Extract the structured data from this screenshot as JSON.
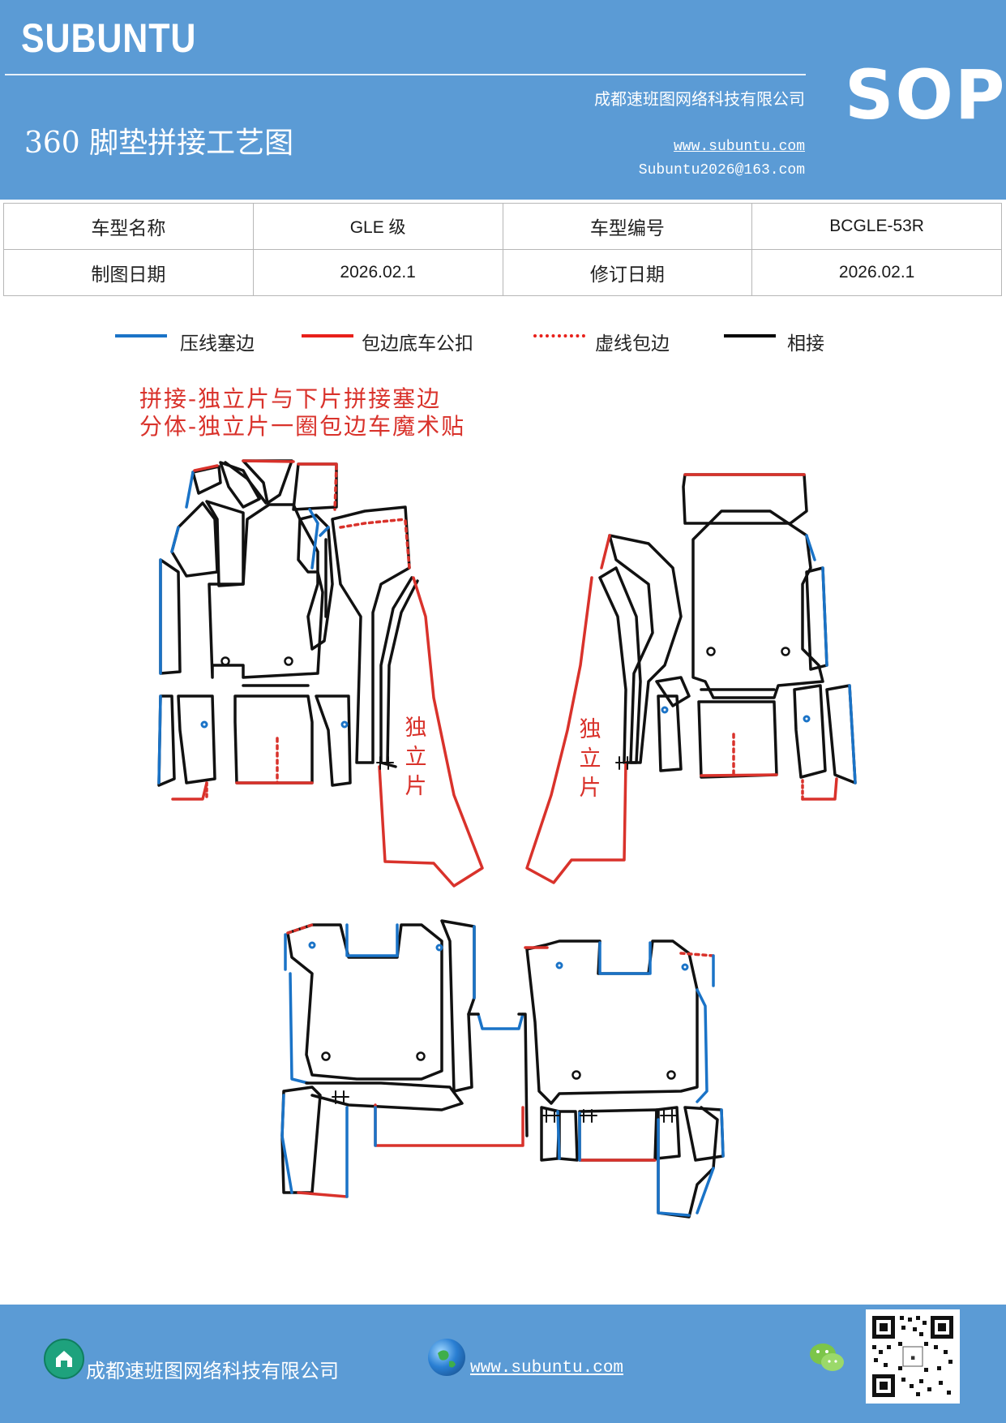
{
  "header": {
    "logo": "SUBUNTU",
    "doc_title": "360 脚垫拼接工艺图",
    "company": "成都速班图网络科技有限公司",
    "website": "www.subuntu.com",
    "email": "Subuntu2026@163.com",
    "badge": "SOP",
    "background_color": "#5b9bd5"
  },
  "info_table": {
    "rows": [
      [
        "车型名称",
        "GLE 级",
        "车型编号",
        "BCGLE-53R"
      ],
      [
        "制图日期",
        "2026.02.1",
        "修订日期",
        "2026.02.1"
      ]
    ]
  },
  "legend": [
    {
      "label": "压线塞边",
      "color": "#1a73c7",
      "style": "solid"
    },
    {
      "label": "包边底车公扣",
      "color": "#e8201a",
      "style": "solid"
    },
    {
      "label": "虚线包边",
      "color": "#e8201a",
      "style": "dotted"
    },
    {
      "label": "相接",
      "color": "#000000",
      "style": "solid"
    }
  ],
  "notes": [
    "拼接-独立片与下片拼接塞边",
    "分体-独立片一圈包边车魔术贴"
  ],
  "diagram": {
    "standalone_label": "独立片",
    "standalone_chars": [
      "独",
      "立",
      "片"
    ],
    "colors": {
      "blue": "#1a73c7",
      "red": "#d9322b",
      "black": "#111111"
    }
  },
  "footer": {
    "company": "成都速班图网络科技有限公司",
    "website": "www.subuntu.com",
    "icons": [
      "home-icon",
      "globe-icon",
      "wechat-icon",
      "qr-code"
    ]
  }
}
